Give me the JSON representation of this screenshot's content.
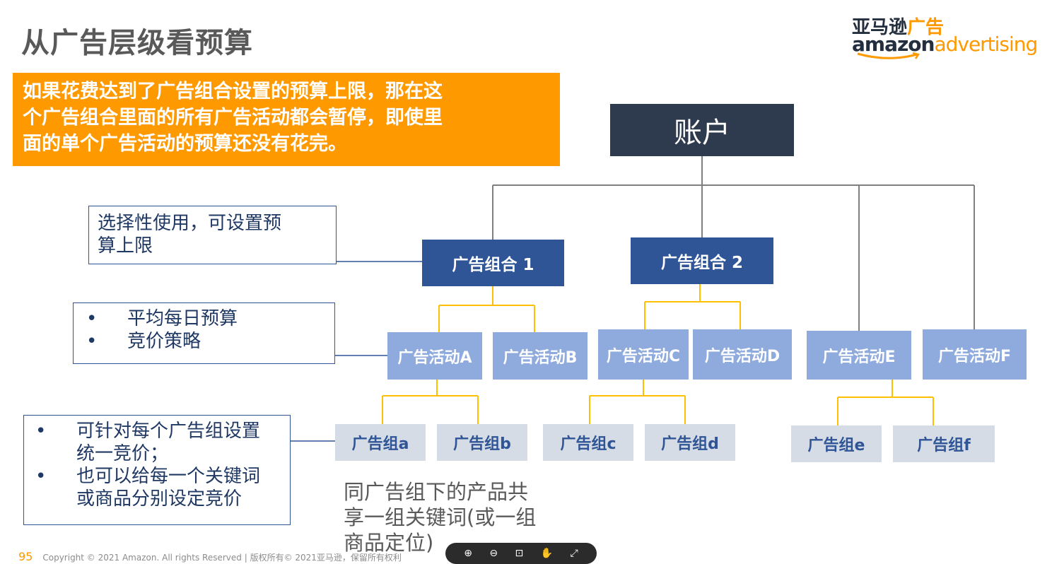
{
  "title": "从广告层级看预算",
  "logo": {
    "line1_dark": "亚马逊",
    "line1_orange": "广告",
    "brand": "amazon",
    "suffix": "advertising"
  },
  "banner": {
    "lines": [
      "如果花费达到了广告组合设置的预算上限，那在这",
      "个广告组合里面的所有广告活动都会暂停，即使里",
      "面的单个广告活动的预算还没有花完。"
    ]
  },
  "diagram": {
    "account": "账户",
    "portfolios": [
      "广告组合 1",
      "广告组合 2"
    ],
    "campaigns": [
      "广告活动A",
      "广告活动B",
      "广告活动C",
      "广告活动D",
      "广告活动E",
      "广告活动F"
    ],
    "ad_groups": [
      "广告组a",
      "广告组b",
      "广告组c",
      "广告组d",
      "广告组e",
      "广告组f"
    ]
  },
  "notes": {
    "portfolio": [
      "选择性使用，可设置预",
      "算上限"
    ],
    "campaign": {
      "bullet": "•",
      "items": [
        "平均每日预算",
        "竞价策略"
      ]
    },
    "adgroup": {
      "bullet": "•",
      "items": [
        [
          "可针对每个广告组设置",
          "统一竞价；"
        ],
        [
          "也可以给每一个关键词",
          "或商品分别设定竞价"
        ]
      ]
    },
    "product": [
      "同广告组下的产品共",
      "享一组关键词(或一组",
      "商品定位)"
    ]
  },
  "footer": {
    "page": "95",
    "copyright": "Copyright © 2021 Amazon. All rights Reserved | 版权所有© 2021亚马逊，保留所有权利"
  },
  "toolbar": {
    "zoom_in": "⊕",
    "zoom_out": "⊖",
    "fit": "⊡",
    "hand": "✋",
    "expand": "⤢"
  },
  "colors": {
    "orange": "#ff9900",
    "account": "#2e3a4e",
    "portfolio": "#2f5597",
    "campaign": "#8faadc",
    "adgroup": "#d6dce5",
    "connector_gray": "#7f7f7f",
    "connector_orange": "#ffc000"
  }
}
